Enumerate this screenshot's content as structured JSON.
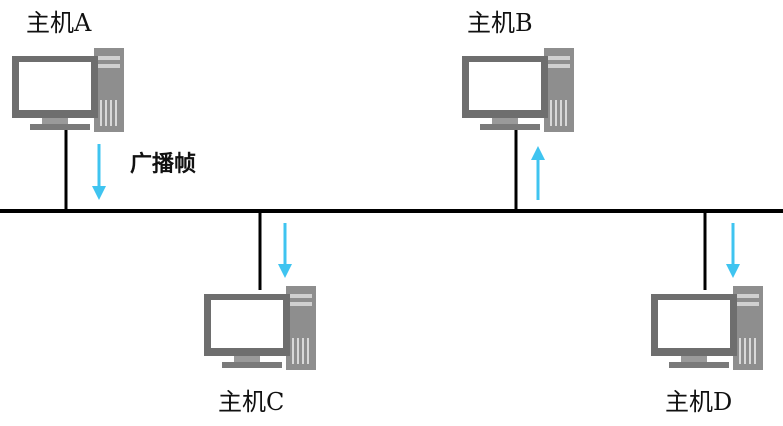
{
  "hosts": [
    {
      "id": "a",
      "label": "主机A"
    },
    {
      "id": "b",
      "label": "主机B"
    },
    {
      "id": "c",
      "label": "主机C"
    },
    {
      "id": "d",
      "label": "主机D"
    }
  ],
  "frame_label": "广播帧",
  "colors": {
    "bus": "#000000",
    "arrow": "#3fc4f0",
    "computer_dark": "#6e6e6e",
    "computer_mid": "#9a9a9a",
    "computer_light": "#c4c4c4",
    "screen": "#ffffff"
  }
}
